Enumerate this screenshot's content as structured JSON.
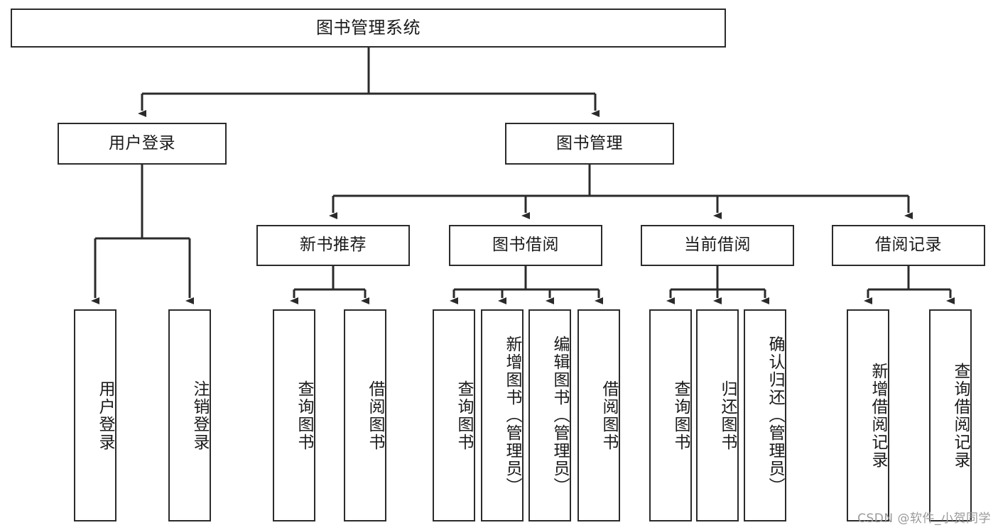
{
  "diagram": {
    "title": "图书管理系统",
    "type": "tree-hierarchy-diagram",
    "watermark": "CSDN @软件_小贺同学",
    "colors": {
      "background": "#ffffff",
      "box_border": "#2b2b2b",
      "box_fill": "#ffffff",
      "connector": "#2b2b2b",
      "text": "#1a1a1a",
      "watermark_text": "#9a9a9a"
    },
    "root": {
      "label": "图书管理系统"
    },
    "level1": [
      {
        "label": "用户登录"
      },
      {
        "label": "图书管理"
      }
    ],
    "level2": [
      {
        "label": "新书推荐"
      },
      {
        "label": "图书借阅"
      },
      {
        "label": "当前借阅"
      },
      {
        "label": "借阅记录"
      }
    ],
    "leaves": {
      "user_login": [
        {
          "label": "用户登录"
        },
        {
          "label": "注销登录"
        }
      ],
      "new_book_recommend": [
        {
          "label": "查询图书"
        },
        {
          "label": "借阅图书"
        }
      ],
      "book_borrow": [
        {
          "label": "查询图书"
        },
        {
          "label": "新增图书（管理员）"
        },
        {
          "label": "编辑图书（管理员）"
        },
        {
          "label": "借阅图书"
        }
      ],
      "current_borrow": [
        {
          "label": "查询图书"
        },
        {
          "label": "归还图书"
        },
        {
          "label": "确认归还（管理员）"
        }
      ],
      "borrow_record": [
        {
          "label": "新增借阅记录"
        },
        {
          "label": "查询借阅记录"
        }
      ]
    }
  }
}
